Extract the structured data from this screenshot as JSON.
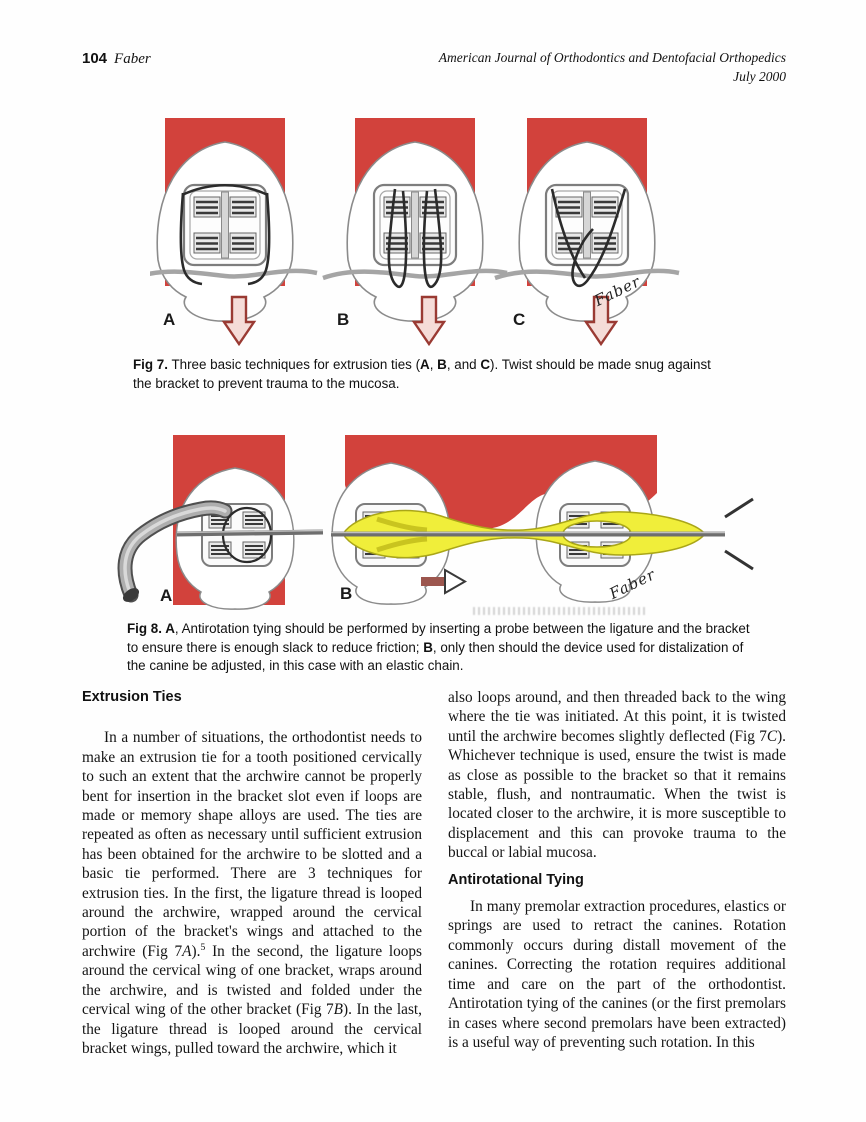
{
  "header": {
    "page_number": "104",
    "author": "Faber",
    "journal": "American Journal of Orthodontics and Dentofacial Orthopedics",
    "issue": "July 2000"
  },
  "figure7": {
    "label_a": "A",
    "label_b": "B",
    "label_c": "C",
    "signature": "Faber",
    "caption": [
      {
        "t": "Fig 7.",
        "s": "b"
      },
      {
        "t": " Three basic techniques for extrusion ties ("
      },
      {
        "t": "A",
        "s": "b"
      },
      {
        "t": ", "
      },
      {
        "t": "B",
        "s": "b"
      },
      {
        "t": ", and "
      },
      {
        "t": "C",
        "s": "b"
      },
      {
        "t": "). Twist should be made snug against the bracket to prevent trauma to the mucosa."
      }
    ]
  },
  "figure8": {
    "label_a": "A",
    "label_b": "B",
    "signature": "Faber",
    "caption": [
      {
        "t": "Fig 8. A",
        "s": "b"
      },
      {
        "t": ", Antirotation tying should be performed by inserting a probe between the ligature and the bracket to ensure there is enough slack to reduce friction; "
      },
      {
        "t": "B",
        "s": "b"
      },
      {
        "t": ", only then should the device used for distalization of the canine be adjusted, in this case with an elastic chain."
      }
    ]
  },
  "body": {
    "left": {
      "heading": "Extrusion Ties",
      "para1": [
        {
          "t": "In a number of situations, the orthodontist needs to make an extrusion tie for a tooth positioned cervically to such an extent that the archwire cannot be properly bent for insertion in the bracket slot even if loops are made or memory shape alloys are used. The ties are repeated as often as necessary until sufficient extrusion has been obtained for the archwire to be slotted and a basic tie performed. There are 3 techniques for extrusion ties. In the first, the ligature thread is looped around the archwire, wrapped around the cervical portion of the bracket's wings and attached to the archwire (Fig 7"
        },
        {
          "t": "A",
          "s": "i"
        },
        {
          "t": ")."
        },
        {
          "t": "5",
          "s": "sup"
        },
        {
          "t": " In the second, the ligature loops around the cervical wing of one bracket, wraps around the archwire, and is twisted and folded under the cervical wing of the other bracket (Fig 7"
        },
        {
          "t": "B",
          "s": "i"
        },
        {
          "t": "). In the last, the ligature thread is looped around the cervical bracket wings, pulled toward the archwire, which it"
        }
      ]
    },
    "right": {
      "para1": [
        {
          "t": "also loops around, and then threaded back to the wing where the tie was initiated. At this point, it is twisted until the archwire becomes slightly deflected (Fig 7"
        },
        {
          "t": "C",
          "s": "i"
        },
        {
          "t": "). Whichever technique is used, ensure the twist is made as close as possible to the bracket so that it remains stable, flush, and nontraumatic. When the twist is located closer to the archwire, it is more susceptible to displacement and this can provoke trauma to the buccal or labial mucosa."
        }
      ],
      "heading": "Antirotational Tying",
      "para2": [
        {
          "t": "In many premolar extraction procedures, elastics or springs are used to retract the canines. Rotation commonly occurs during distall movement of the canines. Correcting the rotation requires additional time and care on the part of the orthodontist. Antirotation tying of the canines (or the first premolars in cases where second premolars have been extracted) is a useful way of preventing such rotation. In this"
        }
      ]
    }
  },
  "colors": {
    "gingiva_red": "#d2423c",
    "elastic_yellow": "#f0ee3a",
    "arrow_fill": "#f5dcd8",
    "arrow_outline": "#9a3a33"
  }
}
